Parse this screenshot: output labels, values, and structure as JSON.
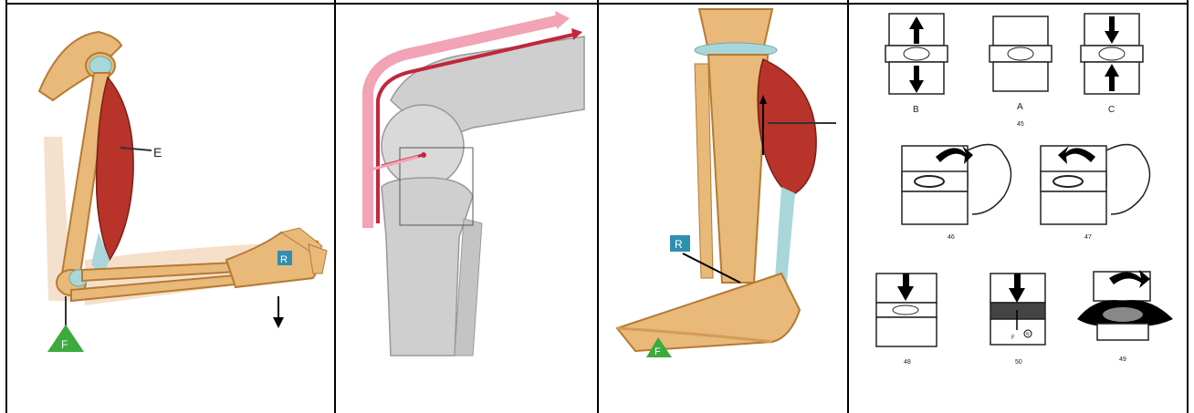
{
  "panels": {
    "arm": {
      "labels": {
        "effort": "E",
        "resistance": "R",
        "fulcrum": "F"
      }
    },
    "knee": {},
    "leg": {
      "labels": {
        "resistance": "R",
        "fulcrum": "F"
      }
    },
    "spine": {
      "labels": {
        "a": "A",
        "b": "B",
        "c": "C",
        "fig45": "45",
        "fig46": "46",
        "fig47": "47",
        "fig48": "48",
        "fig50": "50",
        "fig49": "49",
        "f": "F",
        "n": "N"
      }
    }
  },
  "colors": {
    "bone": "#e8b978",
    "bone_dark": "#c98a3c",
    "muscle": "#b8332a",
    "tendon": "#a9d7d9",
    "fulcrum_green": "#3daa3d",
    "resistance_blue": "#2f8fb0",
    "knee_grey": "#cfcfcf",
    "arrow_pink": "#f2a3b5",
    "arrow_red": "#c0283d"
  }
}
